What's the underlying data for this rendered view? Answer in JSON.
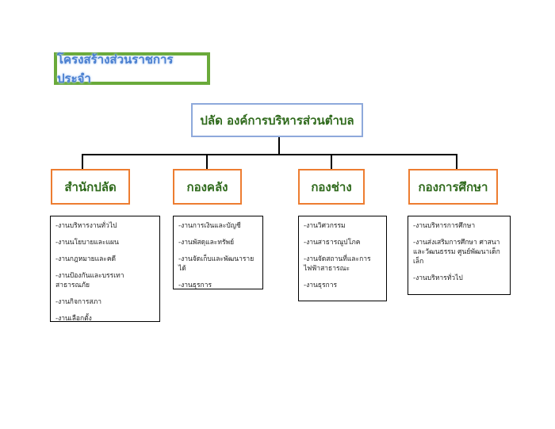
{
  "title": "โครงสร้างส่วนราชการประจำ",
  "head": "ปลัด องค์การบริหารส่วนตำบล",
  "departments": [
    {
      "name": "สำนักปลัด",
      "tasks": [
        "-งานบริหารงานทั่วไป",
        "-งานนโยบายและแผน",
        "-งานกฎหมายและคดี",
        "-งานป้องกันและบรรเทาสาธารณภัย",
        "-งานกิจการสภา",
        "-งานเลือกตั้ง"
      ]
    },
    {
      "name": "กองคลัง",
      "tasks": [
        "-งานการเงินและบัญชี",
        "-งานพัสดุและทรัพย์",
        "-งานจัดเก็บและพัฒนารายได้",
        "-งานธุรการ"
      ]
    },
    {
      "name": "กองช่าง",
      "tasks": [
        "-งานวิศวกรรม",
        "-งานสาธารณูปโภค",
        "-งานจัดสถานที่และการไฟฟ้าสาธารณะ",
        "-งานธุรการ"
      ]
    },
    {
      "name": "กองการศึกษา",
      "tasks": [
        "-งานบริหารการศึกษา",
        "-งานส่งเสริมการศึกษา ศาสนาและวัฒนธรรม ศูนย์พัฒนาเด็กเล็ก",
        "-งานบริหารทั่วไป"
      ]
    }
  ]
}
